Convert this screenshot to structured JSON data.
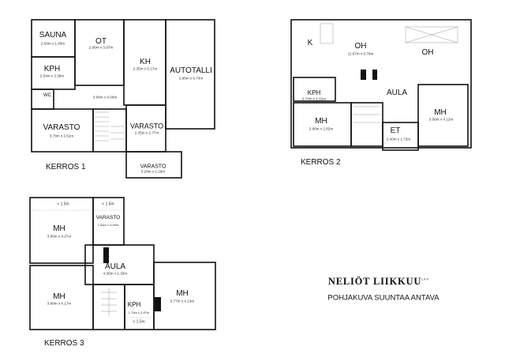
{
  "floors": [
    {
      "label": "KERROS 1",
      "rooms": [
        {
          "name": "SAUNA",
          "dims": "2.54m x 1.93m"
        },
        {
          "name": "OT",
          "dims": "2.96m x 3.97m"
        },
        {
          "name": "KH",
          "dims": "2.35m x 5.17m"
        },
        {
          "name": "AUTOTALLI",
          "dims": "2.95m x 6.74m"
        },
        {
          "name": "KPH",
          "dims": "2.54m x 3.38m"
        },
        {
          "name": "WC",
          "dims": ""
        },
        {
          "name": "",
          "dims": "3.06m x 4.00m"
        },
        {
          "name": "VARASTO",
          "dims": "3.78m x 2.51m"
        },
        {
          "name": "VARASTO",
          "dims": "2.35m x 2.77m"
        },
        {
          "name": "VARASTO",
          "dims": "3.26m x 1.29m"
        }
      ]
    },
    {
      "label": "KERROS 2",
      "rooms": [
        {
          "name": "K",
          "dims": ""
        },
        {
          "name": "OH",
          "dims": "11.67m x 6.76m"
        },
        {
          "name": "OH",
          "dims": ""
        },
        {
          "name": "AULA",
          "dims": ""
        },
        {
          "name": "KPH",
          "dims": "2.74m x 1.61m"
        },
        {
          "name": "MH",
          "dims": "3.86m x 2.82m"
        },
        {
          "name": "MH",
          "dims": "3.06m x 4.12m"
        },
        {
          "name": "ET",
          "dims": "2.40m x 1.72m"
        }
      ]
    },
    {
      "label": "KERROS 3",
      "rooms": [
        {
          "name": "MH",
          "dims": "3.95m x 4.27m"
        },
        {
          "name": "VARASTO",
          "dims": "1.84m x 3.05m"
        },
        {
          "name": "AULA",
          "dims": "4.36m x 1.33m"
        },
        {
          "name": "MH",
          "dims": "3.88m x 4.17m"
        },
        {
          "name": "KPH",
          "dims": "1.79m x 2.87m"
        },
        {
          "name": "MH",
          "dims": "3.77m x 4.13m"
        }
      ],
      "notes": [
        "< 1.5m",
        "< 1.5m",
        "< 1.5m"
      ]
    }
  ],
  "brand": {
    "name": "NELIÖT LIIKKUU",
    "mark": "LKV"
  },
  "disclaimer": "POHJAKUVA SUUNTAA ANTAVA"
}
